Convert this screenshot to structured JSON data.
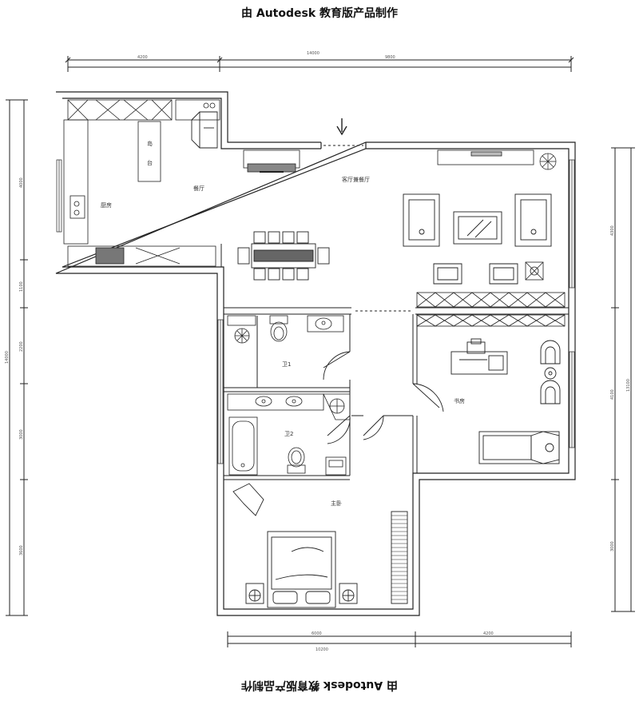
{
  "watermark": {
    "top": "由 Autodesk 教育版产品制作",
    "bottom": "由 Autodesk 教育版产品制作"
  },
  "rooms": {
    "island": [
      "岛",
      "台"
    ],
    "kitchen": "厨房",
    "dining": "餐厅",
    "living": "客厅兼餐厅",
    "bath1": "卫1",
    "bath2": "卫2",
    "study": "书房",
    "master_bedroom": "主卧"
  },
  "dimensions": {
    "top_left": "4200",
    "top_total": "14000",
    "top_right": "9800",
    "bottom_left": "6000",
    "bottom_total": "10200",
    "bottom_right": "4200",
    "left_total": "14000",
    "left_1": "4000",
    "left_2": "1100",
    "left_3": "2200",
    "left_4": "3000",
    "left_5": "3600",
    "right_total": "13100",
    "right_1": "4300",
    "right_2": "4100",
    "right_3": "3000"
  }
}
